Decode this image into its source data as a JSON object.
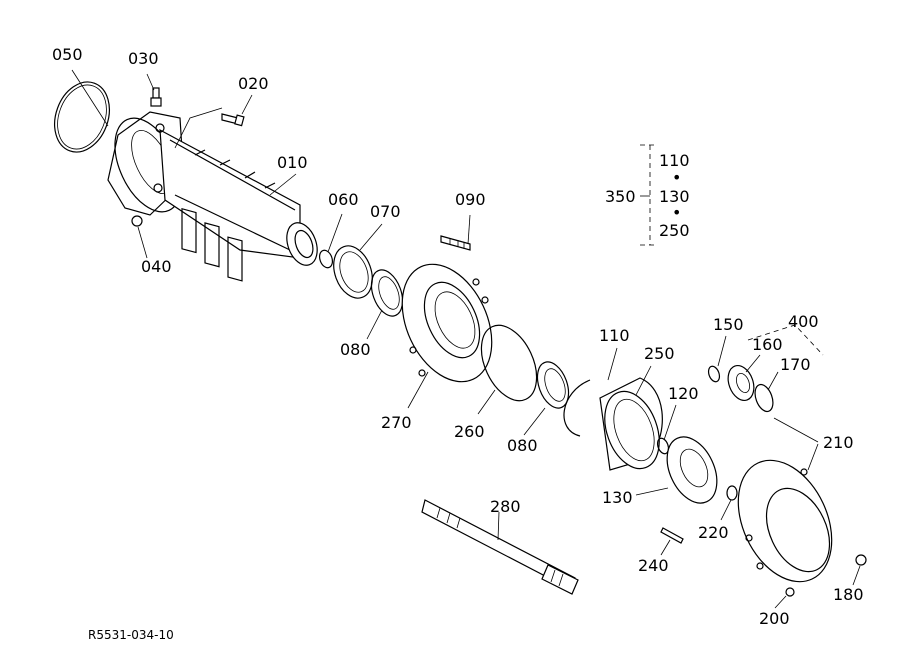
{
  "labels": {
    "p050": "050",
    "p030": "030",
    "p020": "020",
    "p010": "010",
    "p040": "040",
    "p060": "060",
    "p070": "070",
    "p090": "090",
    "p080a": "080",
    "p270": "270",
    "p260": "260",
    "p080b": "080",
    "p110": "110",
    "p250": "250",
    "p120": "120",
    "p130": "130",
    "p150": "150",
    "p400": "400",
    "p160": "160",
    "p170": "170",
    "p210": "210",
    "p220": "220",
    "p240": "240",
    "p280": "280",
    "p200": "200",
    "p180": "180"
  },
  "assembly": {
    "label": "350",
    "items": [
      "110",
      "130",
      "250"
    ],
    "separator": "•"
  },
  "reference_code": "R5531-034-10"
}
